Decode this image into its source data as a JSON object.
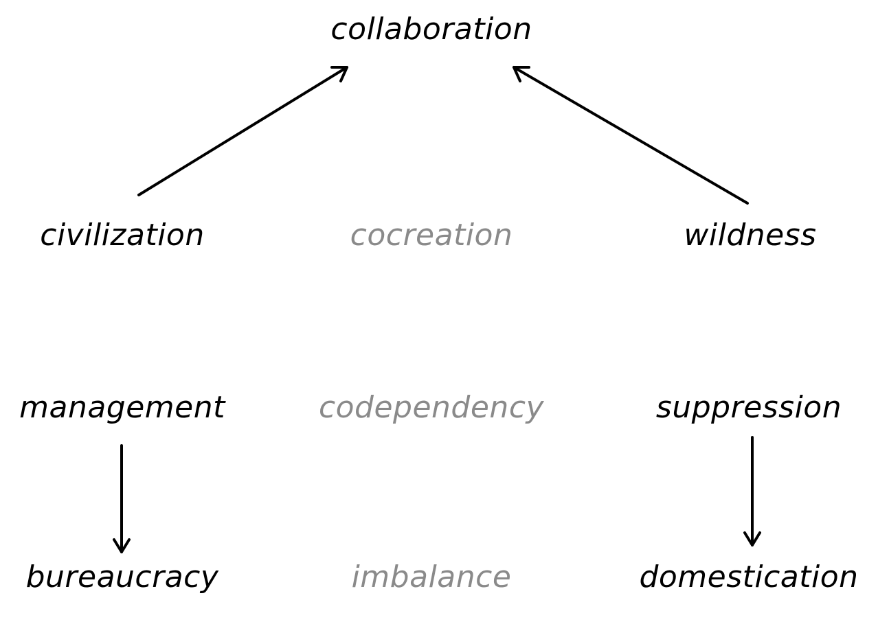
{
  "terms": {
    "collaboration": "collaboration",
    "civilization": "civilization",
    "cocreation": "cocreation",
    "wildness": "wildness",
    "management": "management",
    "codependency": "codependency",
    "suppression": "suppression",
    "bureaucracy": "bureaucracy",
    "imbalance": "imbalance",
    "domestication": "domestication"
  },
  "colors": {
    "strong_text": "#000000",
    "muted_text": "#8a8a8a",
    "arrow": "#000000",
    "background": "#ffffff"
  },
  "edges": [
    {
      "from": "civilization",
      "to": "collaboration"
    },
    {
      "from": "wildness",
      "to": "collaboration"
    },
    {
      "from": "management",
      "to": "bureaucracy"
    },
    {
      "from": "suppression",
      "to": "domestication"
    }
  ]
}
